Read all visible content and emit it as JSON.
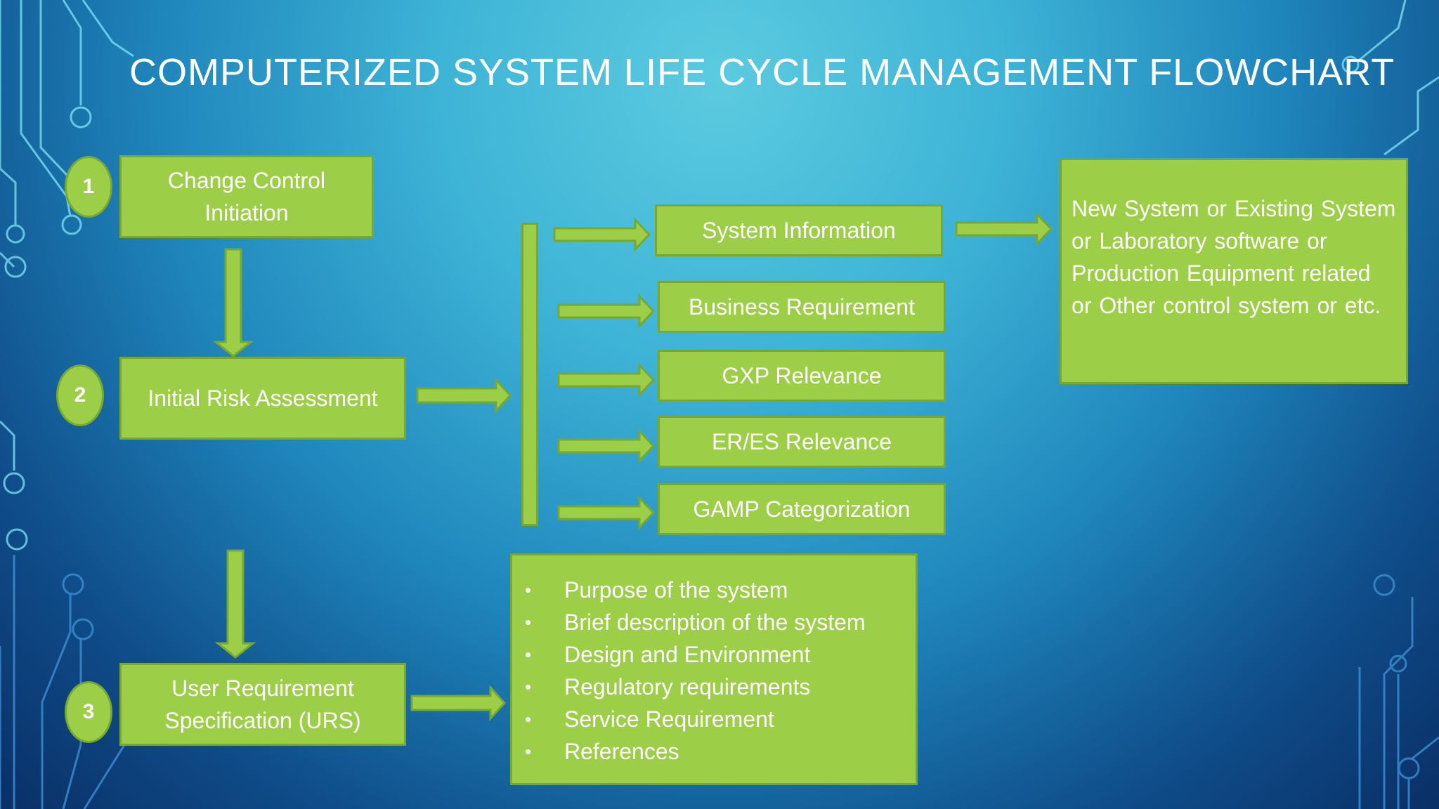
{
  "title": "Computerized System Life Cycle Management Flowchart",
  "steps": [
    {
      "number": "1",
      "label_line1": "Change Control",
      "label_line2": "Initiation"
    },
    {
      "number": "2",
      "label": "Initial Risk Assessment"
    },
    {
      "number": "3",
      "label_line1": "User Requirement",
      "label_line2": "Specification (URS)"
    }
  ],
  "risk_items": [
    "System Information",
    "Business Requirement",
    "GXP Relevance",
    "ER/ES Relevance",
    "GAMP Categorization"
  ],
  "system_info_note": "New System or Existing System or Laboratory software or  Production Equipment related or Other control system or etc.",
  "urs_items": [
    "Purpose of the system",
    "Brief description of the system",
    "Design and Environment",
    "Regulatory requirements",
    "Service Requirement",
    "References"
  ],
  "colors": {
    "box_fill": "#9ccf47",
    "box_border": "#76a832",
    "text": "#ffffff"
  }
}
